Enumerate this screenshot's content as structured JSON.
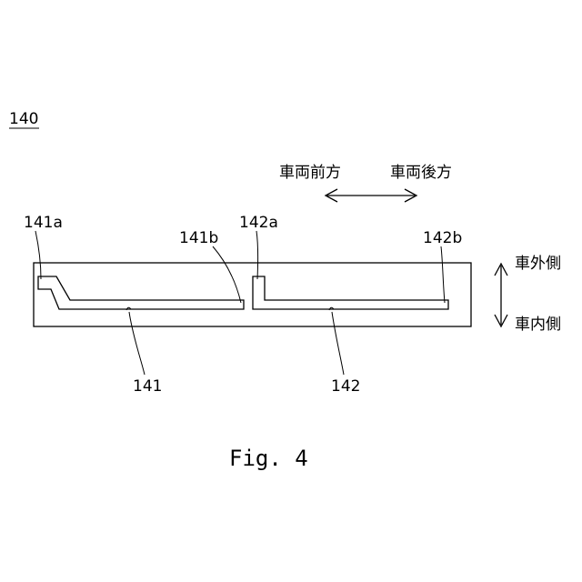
{
  "figure": {
    "ref_number": "140",
    "caption": "Fig. 4",
    "direction_front": "車両前方",
    "direction_rear": "車両後方",
    "direction_outer": "車外側",
    "direction_inner": "車内側",
    "labels": {
      "l141a": "141a",
      "l141b": "141b",
      "l142a": "142a",
      "l142b": "142b",
      "l141": "141",
      "l142": "142"
    }
  }
}
